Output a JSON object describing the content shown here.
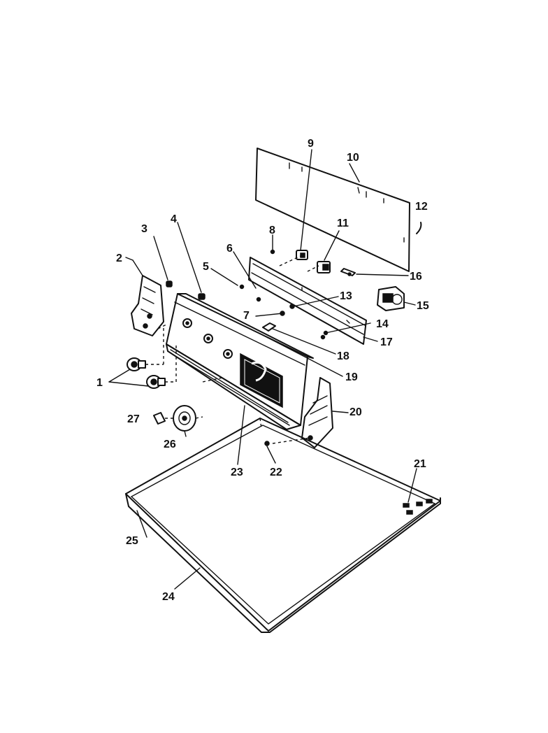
{
  "labels": {
    "p1": "1",
    "p2": "2",
    "p3": "3",
    "p4": "4",
    "p5": "5",
    "p6": "6",
    "p7": "7",
    "p8": "8",
    "p9": "9",
    "p10": "10",
    "p11": "11",
    "p12": "12",
    "p13": "13",
    "p14": "14",
    "p15": "15",
    "p16": "16",
    "p17": "17",
    "p18": "18",
    "p19": "19",
    "p20": "20",
    "p21": "21",
    "p22": "22",
    "p23": "23",
    "p24": "24",
    "p25": "25",
    "p26": "26",
    "p27": "27"
  }
}
